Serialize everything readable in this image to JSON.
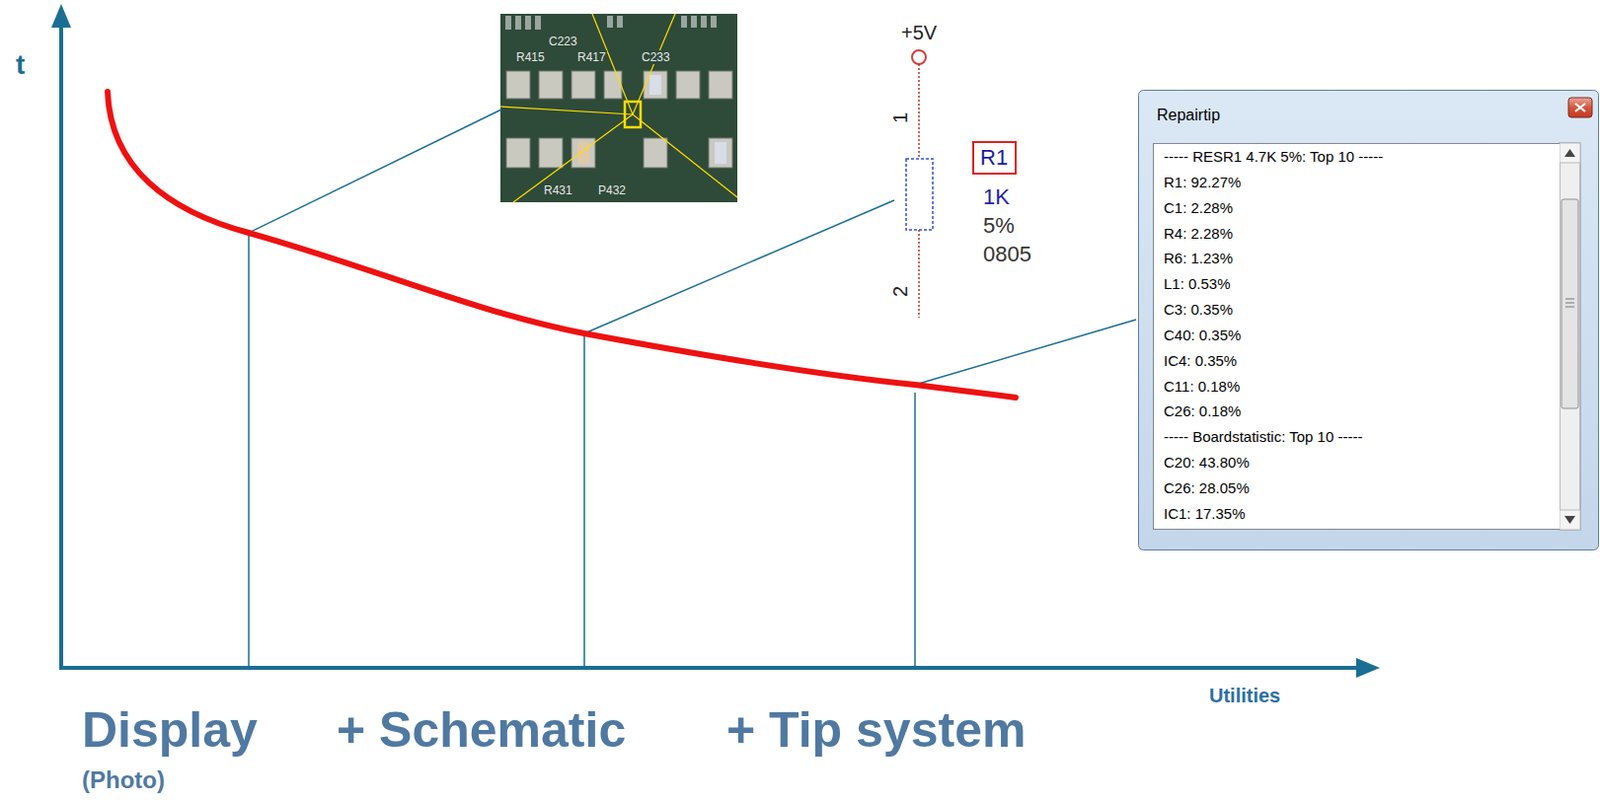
{
  "diagram": {
    "nodes": [
      {
        "text": [
          "Repairtip"
        ]
      },
      {
        "text": [
          "----- RESR1 4.7K 5%: Top 10 -----",
          "R1: 92.27%",
          "C1: 2.28%",
          "R4: 2.28%",
          "R6: 1.23%",
          "L1: 0.53%",
          "C3: 0.35%",
          "C40: 0.35%",
          "IC4: 0.35%",
          "C11: 0.18%",
          "C26: 0.18%",
          "----- Boardstatistic: Top 10 -----",
          "C20: 43.80%",
          "C26: 28.05%",
          "IC1: 17.35%"
        ],
        "in": 0
      },
      {
        "text": [
          "R1"
        ]
      }
    ],
    "labels": [
      "t",
      "Utilities",
      "Display",
      "(Photo)",
      "+ Schematic",
      "+ Tip system",
      "+5V",
      "1",
      "2",
      "1K",
      "5%",
      "0805",
      "C223",
      "R415",
      "R417",
      "C233",
      "R431",
      "P432"
    ]
  }
}
